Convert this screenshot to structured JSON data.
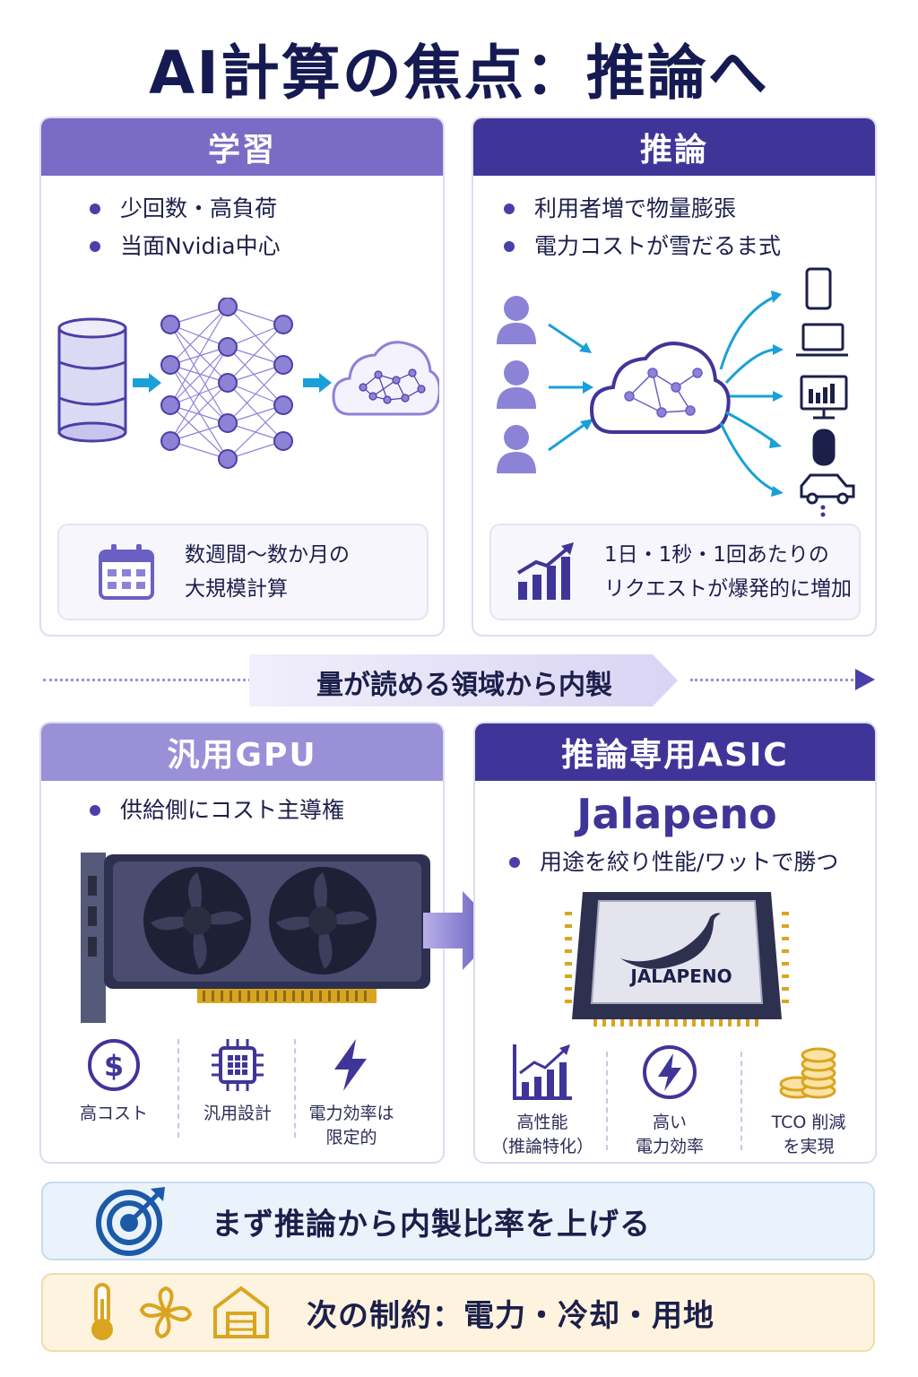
{
  "title": "AI計算の焦点：推論へ",
  "training": {
    "header": "学習",
    "bullets": [
      "少回数・高負荷",
      "当面Nvidia中心"
    ],
    "info": [
      "数週間〜数か月の",
      "大規模計算"
    ]
  },
  "inference": {
    "header": "推論",
    "bullets": [
      "利用者増で物量膨張",
      "電力コストが雪だるま式"
    ],
    "info": [
      "1日・1秒・1回あたりの",
      "リクエストが爆発的に増加"
    ]
  },
  "transition": "量が読める領域から内製",
  "gpu": {
    "header": "汎用GPU",
    "bullet": "供給側にコスト主導権",
    "features": [
      {
        "icon": "dollar-icon",
        "label": "高コスト"
      },
      {
        "icon": "chip-icon",
        "label": "汎用設計"
      },
      {
        "icon": "lightning-icon",
        "label": "電力効率は\n限定的"
      }
    ]
  },
  "asic": {
    "header": "推論専用ASIC",
    "name": "Jalapeno",
    "chip_label": "JALAPENO",
    "bullet": "用途を絞り性能/ワットで勝つ",
    "features": [
      {
        "icon": "growth-chart-icon",
        "label": "高性能\n（推論特化）"
      },
      {
        "icon": "lightning-circle-icon",
        "label": "高い\n電力効率"
      },
      {
        "icon": "coins-icon",
        "label": "TCO 削減\nを実現"
      }
    ]
  },
  "action": "まず推論から内製比率を上げる",
  "constraints": "次の制約：電力・冷却・用地",
  "colors": {
    "navy": "#161a52",
    "purple_light": "#7a6cc6",
    "purple_dark": "#3f3599",
    "cyan_arrow": "#1aa0d8",
    "gold": "#d9a520",
    "action_bg": "#eaf2fb",
    "constraint_bg": "#fdf3df"
  }
}
